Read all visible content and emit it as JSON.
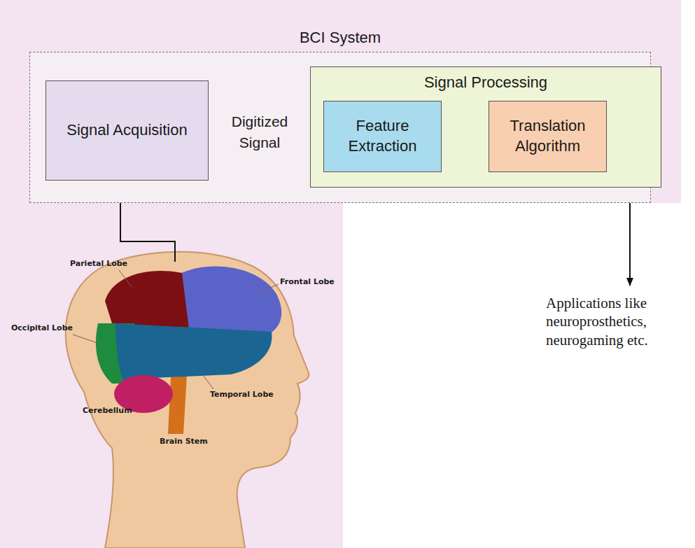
{
  "diagram": {
    "nodes": [
      {
        "text": [
          "BCI System"
        ]
      },
      {
        "text": [
          "Signal Acquisition"
        ],
        "in": 0
      },
      {
        "text": [
          "Signal Processing"
        ],
        "in": 0
      },
      {
        "text": [
          "Feature Extraction"
        ],
        "in": 2
      },
      {
        "text": [
          "Translation Algorithm"
        ],
        "in": 2
      }
    ],
    "edges": [
      {
        "from": 1,
        "to": 2,
        "arrow": "to",
        "label": "Digitized Signal"
      },
      {
        "from": 3,
        "to": 4,
        "arrow": "to"
      }
    ],
    "labels": [
      "Applications like neuroprosthetics, neurogaming etc.",
      "Parietal Lobe",
      "Frontal Lobe",
      "Occipital Lobe",
      "Temporal Lobe",
      "Cerebellum",
      "Brain Stem"
    ]
  }
}
